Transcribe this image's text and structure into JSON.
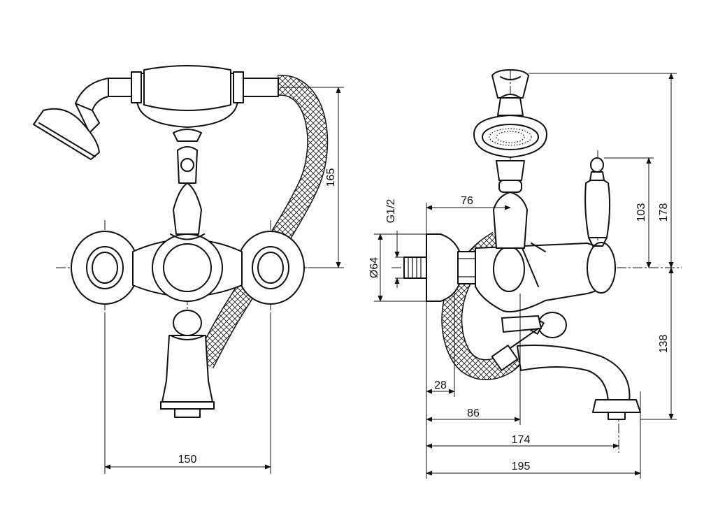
{
  "dimensions": {
    "width_150": "150",
    "height_165": "165",
    "offset_76": "76",
    "thread_g12": "G1/2",
    "diameter_64": "Ø64",
    "height_103": "103",
    "height_178": "178",
    "height_138": "138",
    "offset_28": "28",
    "offset_86": "86",
    "width_174": "174",
    "width_195": "195"
  }
}
